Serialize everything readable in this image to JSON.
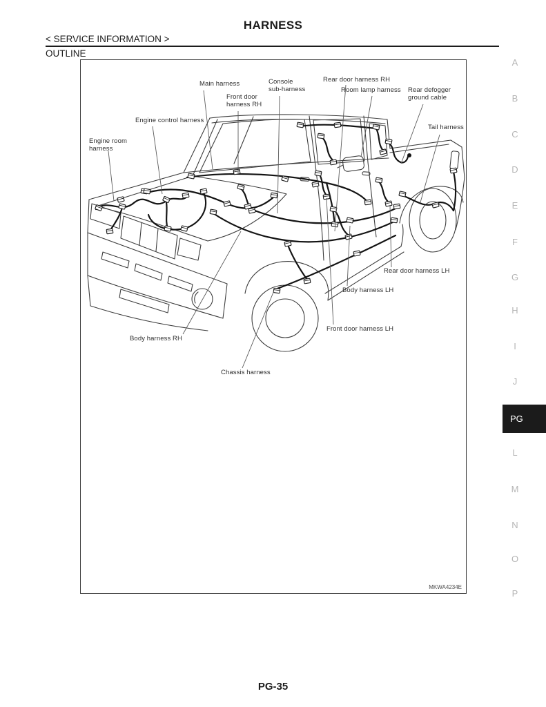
{
  "header": {
    "title": "HARNESS",
    "breadcrumb": "< SERVICE INFORMATION >",
    "section": "OUTLINE"
  },
  "figure": {
    "code": "MKWA4234E",
    "labels": {
      "engine_room": "Engine room\nharness",
      "engine_control": "Engine control harness",
      "main": "Main harness",
      "front_door_rh": "Front door\nharness RH",
      "console": "Console\nsub-harness",
      "rear_door_rh": "Rear door harness RH",
      "room_lamp": "Room lamp harness",
      "rear_defogger": "Rear defogger\nground cable",
      "tail": "Tail harness",
      "rear_door_lh": "Rear door harness LH",
      "body_lh": "Body harness LH",
      "front_door_lh": "Front door harness LH",
      "body_rh": "Body harness RH",
      "chassis": "Chassis harness"
    }
  },
  "sidebar": {
    "items": [
      {
        "label": "A"
      },
      {
        "label": "B"
      },
      {
        "label": "C"
      },
      {
        "label": "D"
      },
      {
        "label": "E"
      },
      {
        "label": "F"
      },
      {
        "label": "G"
      },
      {
        "label": "H"
      },
      {
        "label": "I"
      },
      {
        "label": "J"
      },
      {
        "label": "PG",
        "active": true
      },
      {
        "label": "L"
      },
      {
        "label": "M"
      },
      {
        "label": "N"
      },
      {
        "label": "O"
      },
      {
        "label": "P"
      }
    ],
    "colors": {
      "inactive": "#b5b5b5",
      "active_bg": "#1b1b1b",
      "active_fg": "#ffffff"
    }
  },
  "footer": {
    "page_number": "PG-35"
  }
}
